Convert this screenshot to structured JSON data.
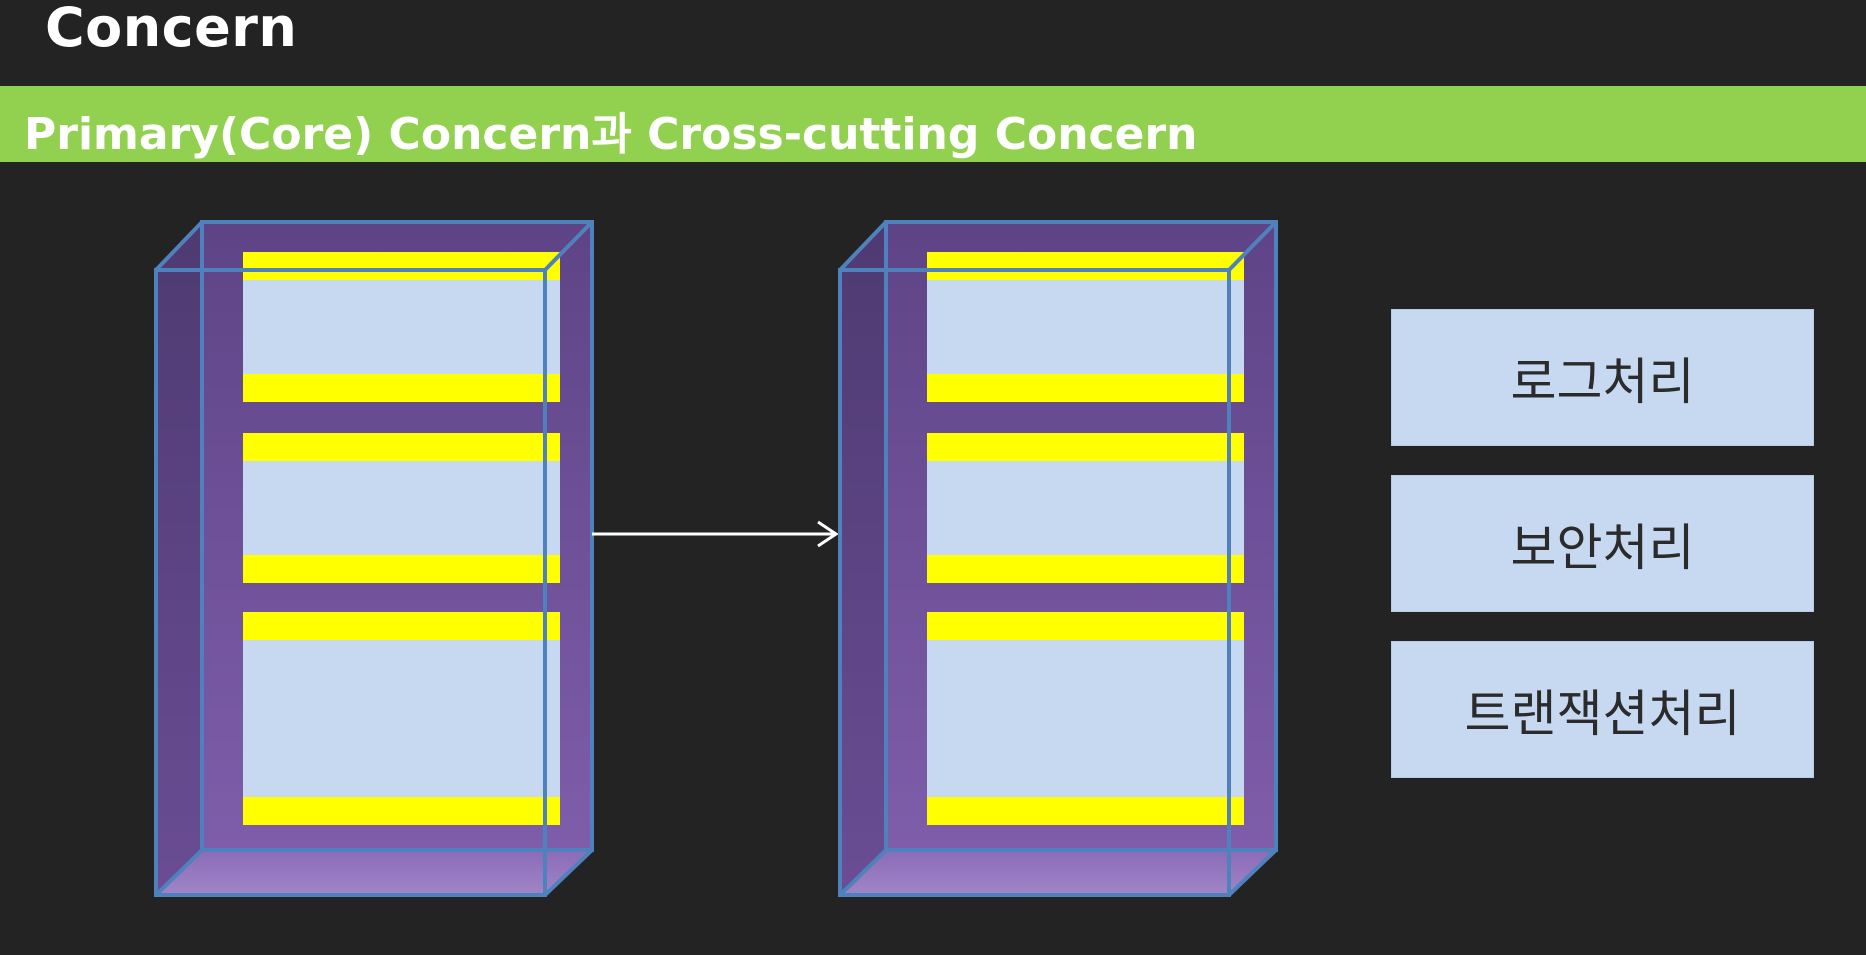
{
  "title": "Concern",
  "subtitle": "Primary(Core) Concern과 Cross-cutting Concern",
  "cross_cutting": [
    {
      "id": "log",
      "label": "로그처리"
    },
    {
      "id": "security",
      "label": "보안처리"
    },
    {
      "id": "transaction",
      "label": "트랜잭션처리"
    }
  ],
  "colors": {
    "background": "#232323",
    "subtitle_bar": "#92d050",
    "container_purple": "#7b5aa6",
    "container_edge": "#4f81bd",
    "core_block": "#c6d9f1",
    "cross_cut_band": "#ffff00",
    "arrow": "#ffffff"
  }
}
